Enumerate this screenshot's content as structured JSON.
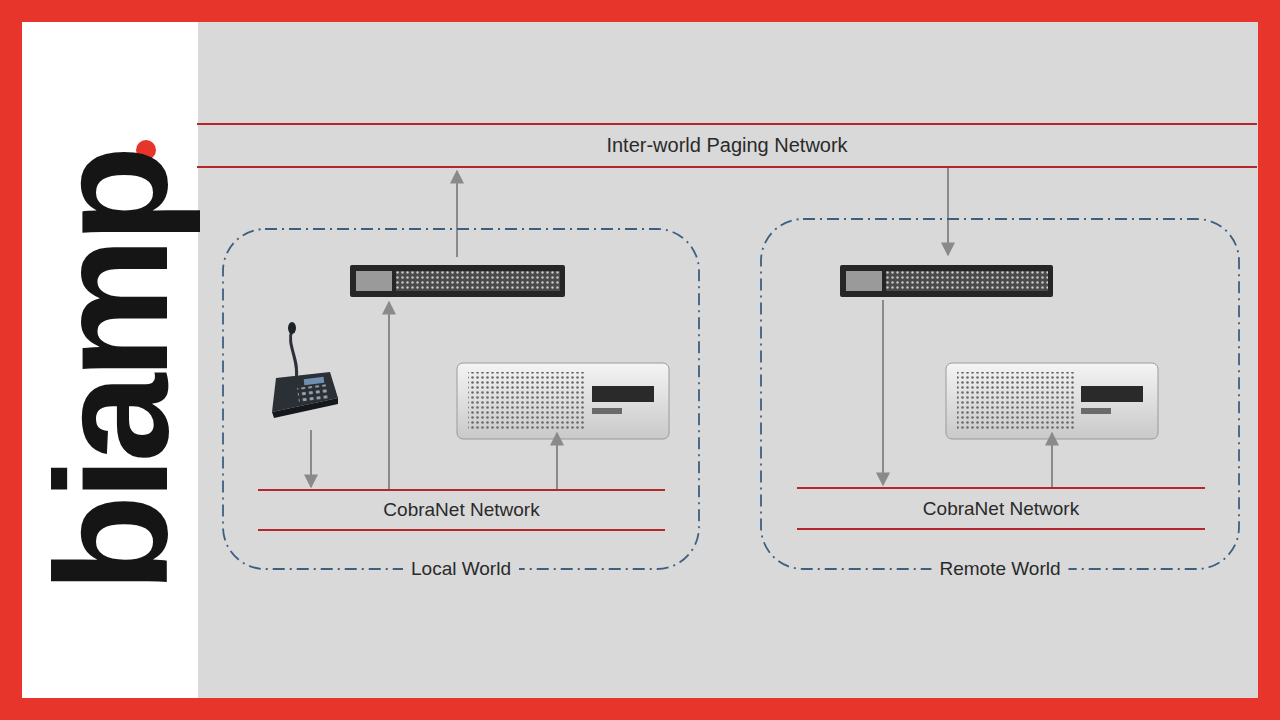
{
  "diagram": {
    "nodes": [
      {
        "text": [
          "Inter-world Paging Network"
        ]
      },
      {
        "text": [
          "Local World"
        ]
      },
      {
        "text": [
          "CobraNet Network"
        ],
        "in": 1
      },
      {
        "text": [
          "Remote World"
        ]
      },
      {
        "text": [
          "CobraNet Network"
        ],
        "in": 3
      }
    ],
    "labels": [
      "biamp"
    ]
  }
}
